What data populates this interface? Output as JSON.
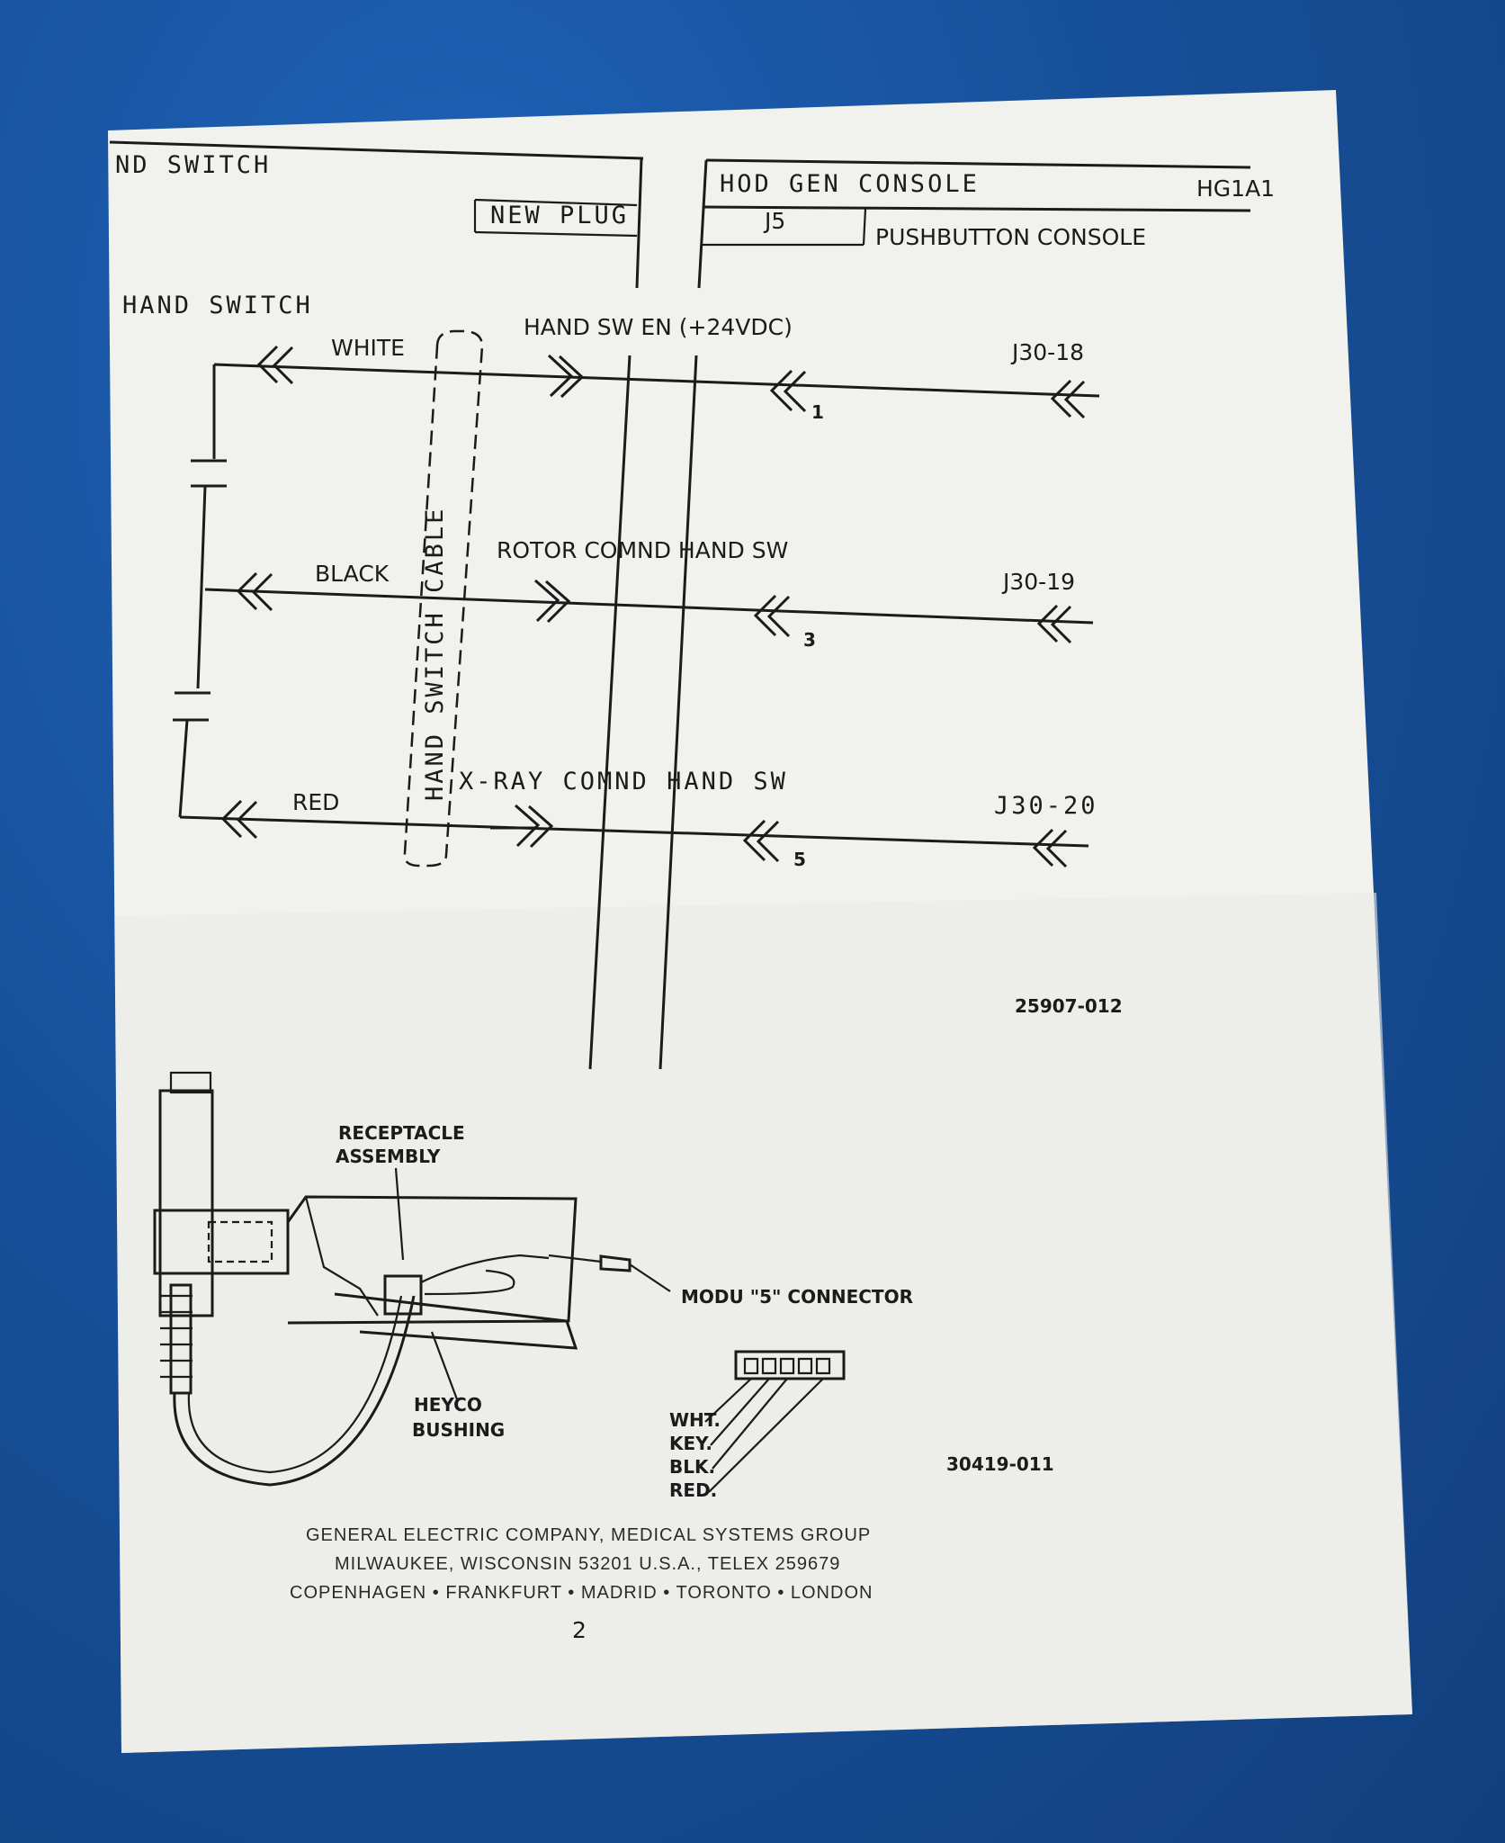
{
  "header": {
    "left_title": "ND SWITCH",
    "new_plug": "NEW PLUG",
    "right_title": "HOD GEN CONSOLE",
    "ref": "HG1A1",
    "j5": "J5",
    "pushbutton": "PUSHBUTTON CONSOLE"
  },
  "schematic": {
    "hand_switch": "HAND SWITCH",
    "cable": "HAND SWITCH CABLE",
    "wires": [
      {
        "color_label": "WHITE",
        "signal": "HAND SW EN (+24VDC)",
        "pin": "1",
        "jack": "J30-18"
      },
      {
        "color_label": "BLACK",
        "signal": "ROTOR COMND HAND SW",
        "pin": "3",
        "jack": "J30-19"
      },
      {
        "color_label": "RED",
        "signal": "X-RAY COMND HAND SW",
        "pin": "5",
        "jack": "J30-20"
      }
    ],
    "drawing_number": "25907-012"
  },
  "assembly": {
    "receptacle": [
      "RECEPTACLE",
      "ASSEMBLY"
    ],
    "modu_connector": "MODU \"5\" CONNECTOR",
    "heyco": [
      "HEYCO",
      "BUSHING"
    ],
    "connector_wires": [
      "WHT.",
      "KEY.",
      "BLK.",
      "RED."
    ],
    "drawing_number": "30419-011"
  },
  "footer": {
    "line1": "GENERAL ELECTRIC COMPANY, MEDICAL SYSTEMS GROUP",
    "line2": "MILWAUKEE, WISCONSIN 53201 U.S.A., TELEX 259679",
    "line3": "COPENHAGEN • FRANKFURT • MADRID • TORONTO • LONDON",
    "page_number": "2"
  },
  "colors": {
    "background": "#17509a",
    "paper": "#f1f1ee",
    "ink": "#1b1b1b"
  }
}
